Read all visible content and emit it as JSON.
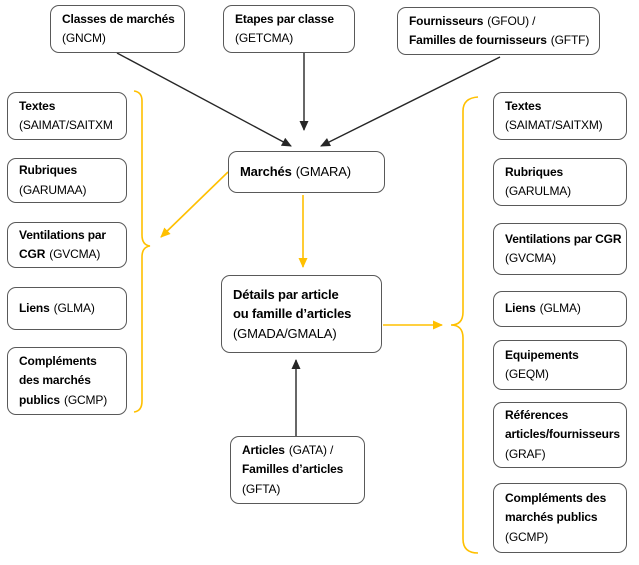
{
  "colors": {
    "accent": "#FFC000",
    "box_border": "#595959",
    "arrow": "#262626",
    "text": "#000000",
    "bg": "#FFFFFF"
  },
  "nodes": {
    "gncm": {
      "lines": [
        {
          "b": "Classes de marchés"
        },
        {
          "r": "(GNCM)"
        }
      ]
    },
    "getcma": {
      "lines": [
        {
          "b": "Etapes par classe"
        },
        {
          "r": "(GETCMA)"
        }
      ]
    },
    "gfou": {
      "lines": [
        {
          "b": "Fournisseurs",
          "r": "(GFOU) /"
        },
        {
          "b": "Familles de fournisseurs",
          "r": "(GFTF)"
        }
      ]
    },
    "gmara": {
      "lines": [
        {
          "b": "Marchés",
          "r": "(GMARA)"
        }
      ]
    },
    "gmada": {
      "lines": [
        {
          "b": "Détails par article"
        },
        {
          "b": "ou famille d’articles"
        },
        {
          "r": "(GMADA/GMALA)"
        }
      ]
    },
    "gata": {
      "lines": [
        {
          "b": "Articles",
          "r": "(GATA) /"
        },
        {
          "b": "Familles d’articles"
        },
        {
          "r": "(GFTA)"
        }
      ]
    },
    "left_textes": {
      "lines": [
        {
          "b": "Textes"
        },
        {
          "r": "(SAIMAT/SAITXM"
        }
      ]
    },
    "left_rubriques": {
      "lines": [
        {
          "b": "Rubriques"
        },
        {
          "r": "(GARUMAA)"
        }
      ]
    },
    "left_ventilations": {
      "lines": [
        {
          "b": "Ventilations par"
        },
        {
          "b": "CGR",
          "r": "(GVCMA)"
        }
      ]
    },
    "left_liens": {
      "lines": [
        {
          "b": "Liens",
          "r": "(GLMA)"
        }
      ]
    },
    "left_complements": {
      "lines": [
        {
          "b": "Compléments"
        },
        {
          "b": "des marchés"
        },
        {
          "b": "publics",
          "r": "(GCMP)"
        }
      ]
    },
    "right_textes": {
      "lines": [
        {
          "b": "Textes"
        },
        {
          "r": "(SAIMAT/SAITXM)"
        }
      ]
    },
    "right_rubriques": {
      "lines": [
        {
          "b": "Rubriques"
        },
        {
          "r": "(GARULMA)"
        }
      ]
    },
    "right_ventilations": {
      "lines": [
        {
          "b": "Ventilations par CGR"
        },
        {
          "r": "(GVCMA)"
        }
      ]
    },
    "right_liens": {
      "lines": [
        {
          "b": "Liens",
          "r": "(GLMA)"
        }
      ]
    },
    "right_equipements": {
      "lines": [
        {
          "b": "Equipements"
        },
        {
          "r": "(GEQM)"
        }
      ]
    },
    "right_references": {
      "lines": [
        {
          "b": "Références"
        },
        {
          "b": "articles/fournisseurs"
        },
        {
          "r": "(GRAF)"
        }
      ]
    },
    "right_complements": {
      "lines": [
        {
          "b": "Compléments des"
        },
        {
          "b": "marchés publics"
        },
        {
          "r": "(GCMP)"
        }
      ]
    }
  }
}
